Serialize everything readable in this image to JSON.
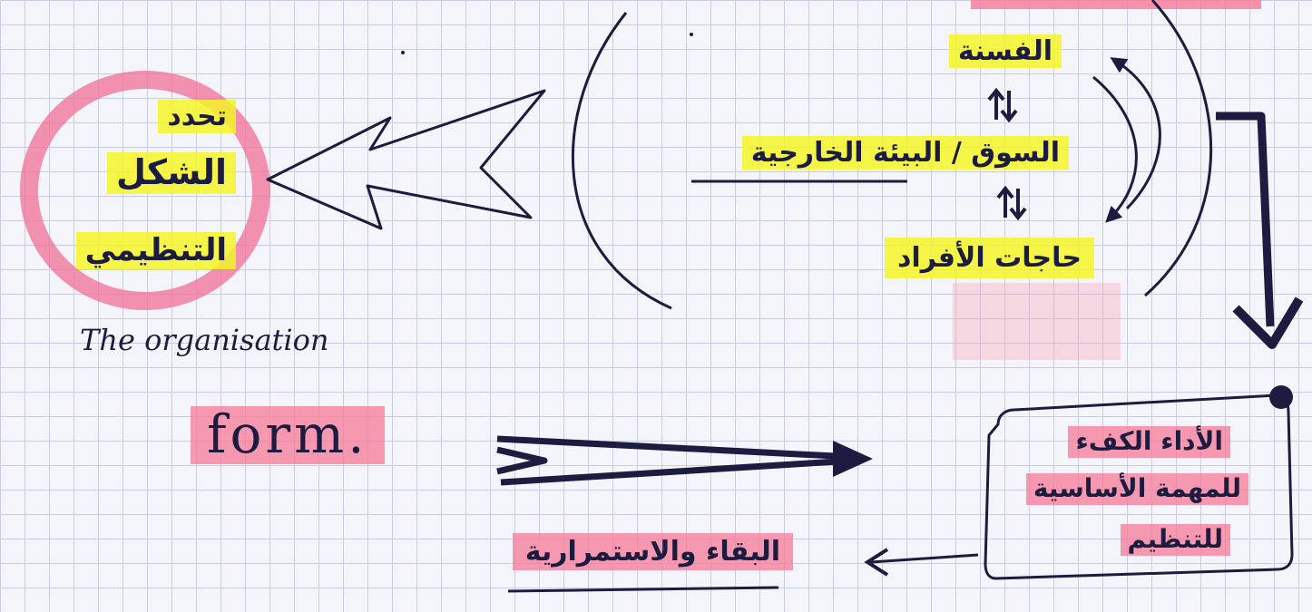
{
  "colors": {
    "ink": "#1b1c3f",
    "grid": "#c9cde3",
    "paper": "#f4f5fb",
    "highlight_yellow": "#f4f428",
    "highlight_pink": "#f77896"
  },
  "left_group": {
    "line1": "تحدد",
    "line2": "الشكل",
    "line3": "التنظيمي"
  },
  "form_caption": "The organisation",
  "form_word": "form.",
  "stack": {
    "top": "الفسنة",
    "middle": "السوق / البيئة الخارجية",
    "bottom": "حاجات الأفراد"
  },
  "box": {
    "line1": "الأداء الكفء",
    "line2": "للمهمة الأساسية",
    "line3": "للتنظيم"
  },
  "survival": "البقاء والاستمرارية"
}
